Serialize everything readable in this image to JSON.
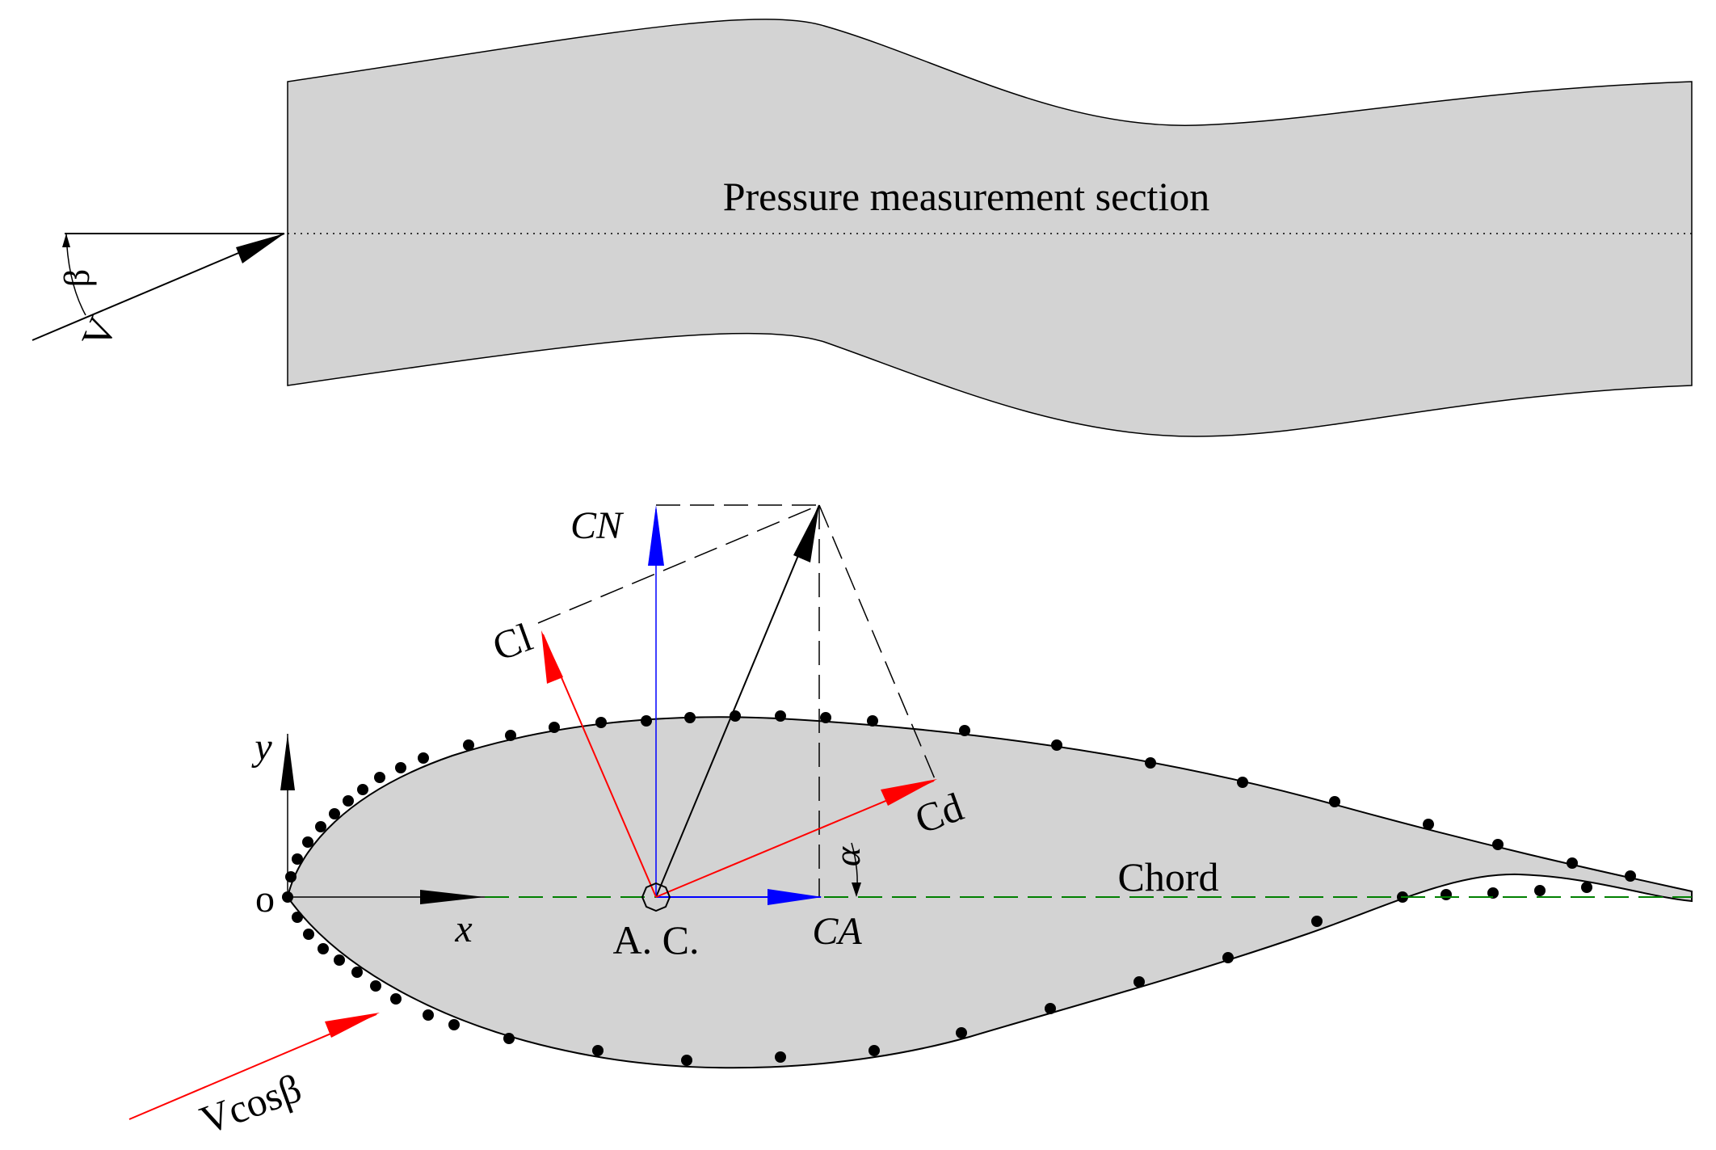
{
  "labels": {
    "section": "Pressure measurement section",
    "beta": "β",
    "v": "V",
    "cn": "CN",
    "cl": "Cl",
    "cd": "Cd",
    "alpha": "α",
    "chord": "Chord",
    "y_axis": "y",
    "x_axis": "x",
    "origin": "o",
    "ac": "A. C.",
    "ca": "CA",
    "vcos": "Vcosβ"
  },
  "colors": {
    "surface_fill": "#d3d3d3",
    "outline": "#000000",
    "lift_vector": "#ff0000",
    "component_vector": "#0000ff",
    "chord_line": "#008000",
    "pressure_tap": "#000000"
  }
}
